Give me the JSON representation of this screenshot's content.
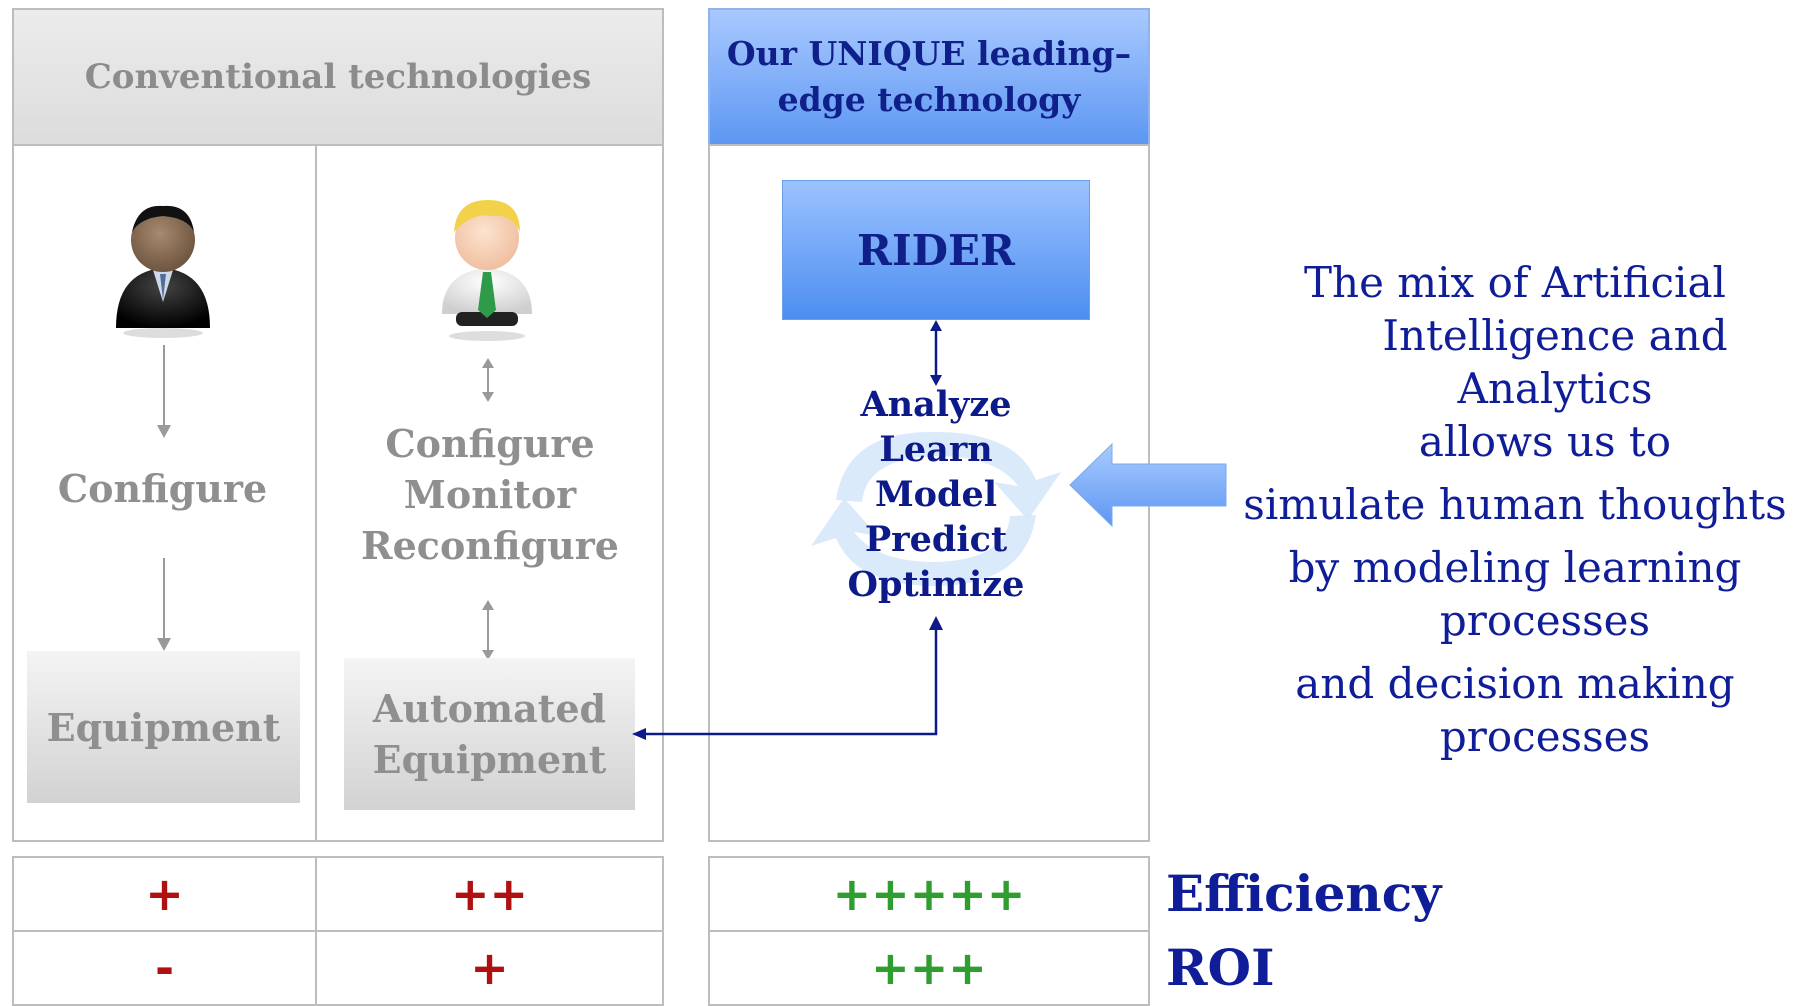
{
  "conventional_header": "Conventional technologies",
  "unique_header_line1": "Our UNIQUE leading–",
  "unique_header_line2": "edge technology",
  "col1": {
    "step": "Configure",
    "box": "Equipment"
  },
  "col2": {
    "steps": [
      "Configure",
      "Monitor",
      "Reconfigure"
    ],
    "box_line1": "Automated",
    "box_line2": "Equipment"
  },
  "rider": {
    "label": "RIDER",
    "steps": [
      "Analyze",
      "Learn",
      "Model",
      "Predict",
      "Optimize"
    ]
  },
  "right_text": {
    "lines": [
      "The mix of Artificial",
      "Intelligence and Analytics",
      "allows us to",
      "simulate human thoughts",
      "by modeling learning",
      "processes",
      "and decision making",
      "processes"
    ]
  },
  "rows": [
    {
      "metric": "Efficiency",
      "conventional": "+",
      "automated": "++",
      "unique": "+++++"
    },
    {
      "metric": "ROI",
      "conventional": "-",
      "automated": "+",
      "unique": "+++"
    }
  ],
  "colors": {
    "dark_blue": "#0f1d98",
    "red": "#b01010",
    "green": "#2f9e2f",
    "grey": "#8f8f8f"
  },
  "icons": [
    "person-dark-suit-icon",
    "person-blonde-green-tie-icon",
    "cycle-arrows-icon",
    "left-arrow-icon"
  ]
}
